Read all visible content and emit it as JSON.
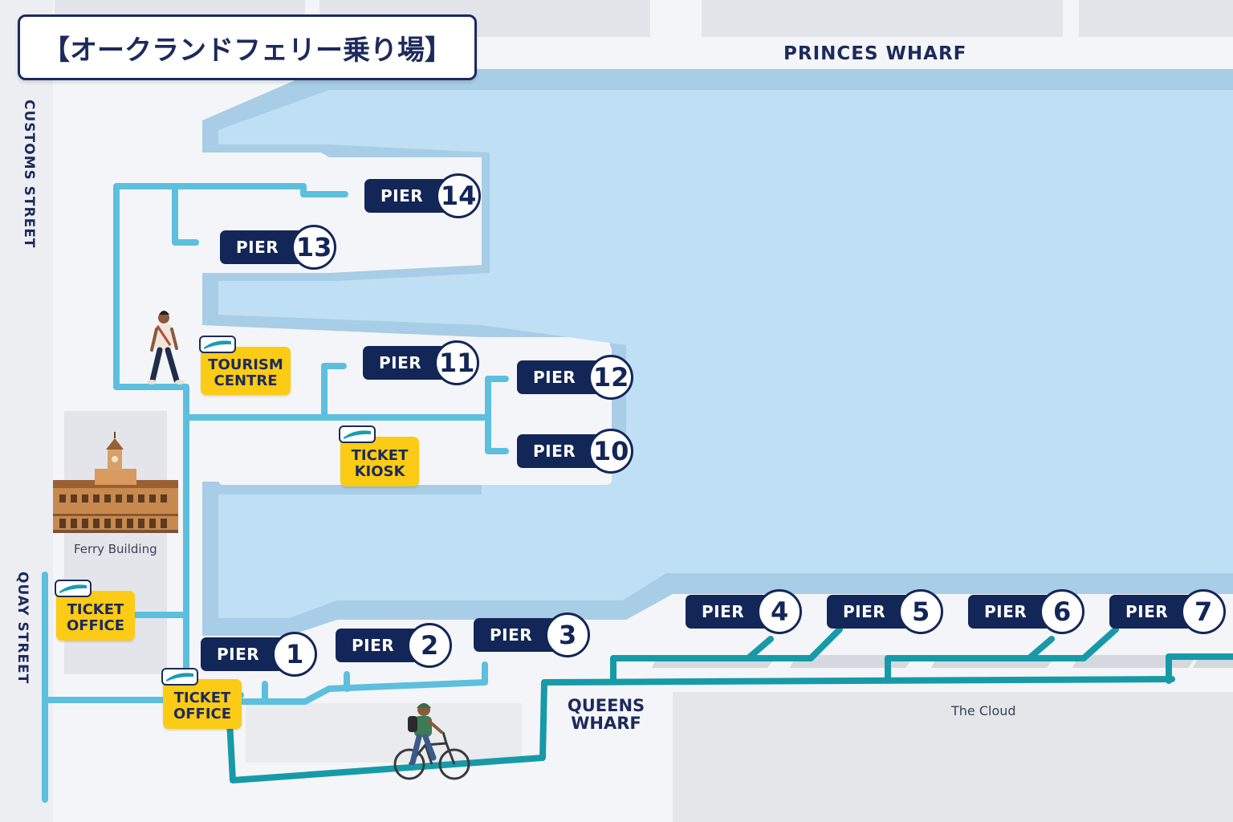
{
  "title": "【オークランドフェリー乗り場】",
  "streets": {
    "customs": "CUSTOMS STREET",
    "quay": "QUAY STREET",
    "princes_wharf": "PRINCES WHARF",
    "queens_wharf": "QUEENS\nWHARF"
  },
  "landmarks": {
    "ferry_building": "Ferry Building",
    "the_cloud": "The Cloud"
  },
  "pier_label": "PIER",
  "piers": [
    {
      "id": "pier-14",
      "number": "14"
    },
    {
      "id": "pier-13",
      "number": "13"
    },
    {
      "id": "pier-11",
      "number": "11"
    },
    {
      "id": "pier-12",
      "number": "12"
    },
    {
      "id": "pier-10",
      "number": "10"
    },
    {
      "id": "pier-1",
      "number": "1"
    },
    {
      "id": "pier-2",
      "number": "2"
    },
    {
      "id": "pier-3",
      "number": "3"
    },
    {
      "id": "pier-4",
      "number": "4"
    },
    {
      "id": "pier-5",
      "number": "5"
    },
    {
      "id": "pier-6",
      "number": "6"
    },
    {
      "id": "pier-7",
      "number": "7"
    }
  ],
  "facilities": {
    "tourism_centre": "TOURISM\nCENTRE",
    "ticket_kiosk": "TICKET\nKIOSK",
    "ticket_office_quay": "TICKET\nOFFICE",
    "ticket_office_main": "TICKET\nOFFICE"
  },
  "colors": {
    "water": "#bfe0f4",
    "water_edge": "#a8cde6",
    "walk_route": "#5cbfdd",
    "bike_route": "#179aa8",
    "pier_tag": "#132658",
    "ticket_yellow": "#fccb15",
    "building_block": "#e3e5ea"
  },
  "icons": [
    "walking-person-icon",
    "cyclist-icon",
    "ferry-icon",
    "ferry-building-icon"
  ]
}
